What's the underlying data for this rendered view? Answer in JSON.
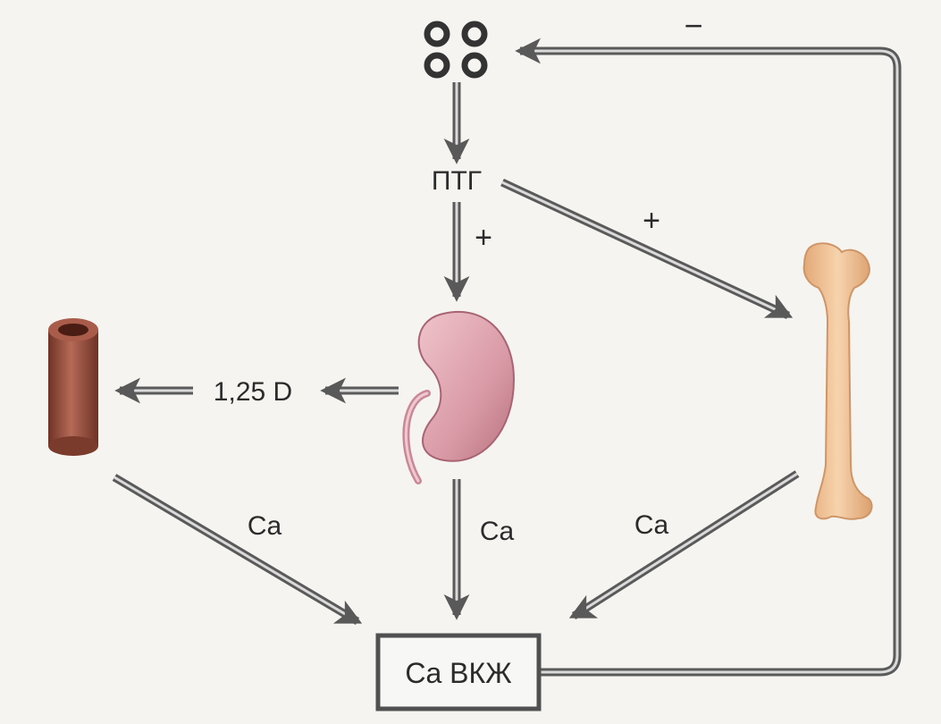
{
  "labels": {
    "pth": "ПТГ",
    "plus_kidney": "+",
    "plus_bone": "+",
    "minus_feedback": "−",
    "vitamin_d": "1,25 D",
    "ca_intestine": "Ca",
    "ca_kidney": "Ca",
    "ca_bone": "Ca",
    "ca_ecf": "Ca ВКЖ"
  },
  "icons": {
    "parathyroid": "four-ring-glands-icon",
    "intestine": "intestine-tube-icon",
    "kidney": "kidney-icon",
    "bone": "femur-bone-icon"
  },
  "colors": {
    "arrow_outline": "#5a5a5a",
    "arrow_fill": "#d8d8d8",
    "kidney": "#d99aa6",
    "intestine": "#9a5040",
    "bone": "#f0c196",
    "box_border": "#505050"
  }
}
